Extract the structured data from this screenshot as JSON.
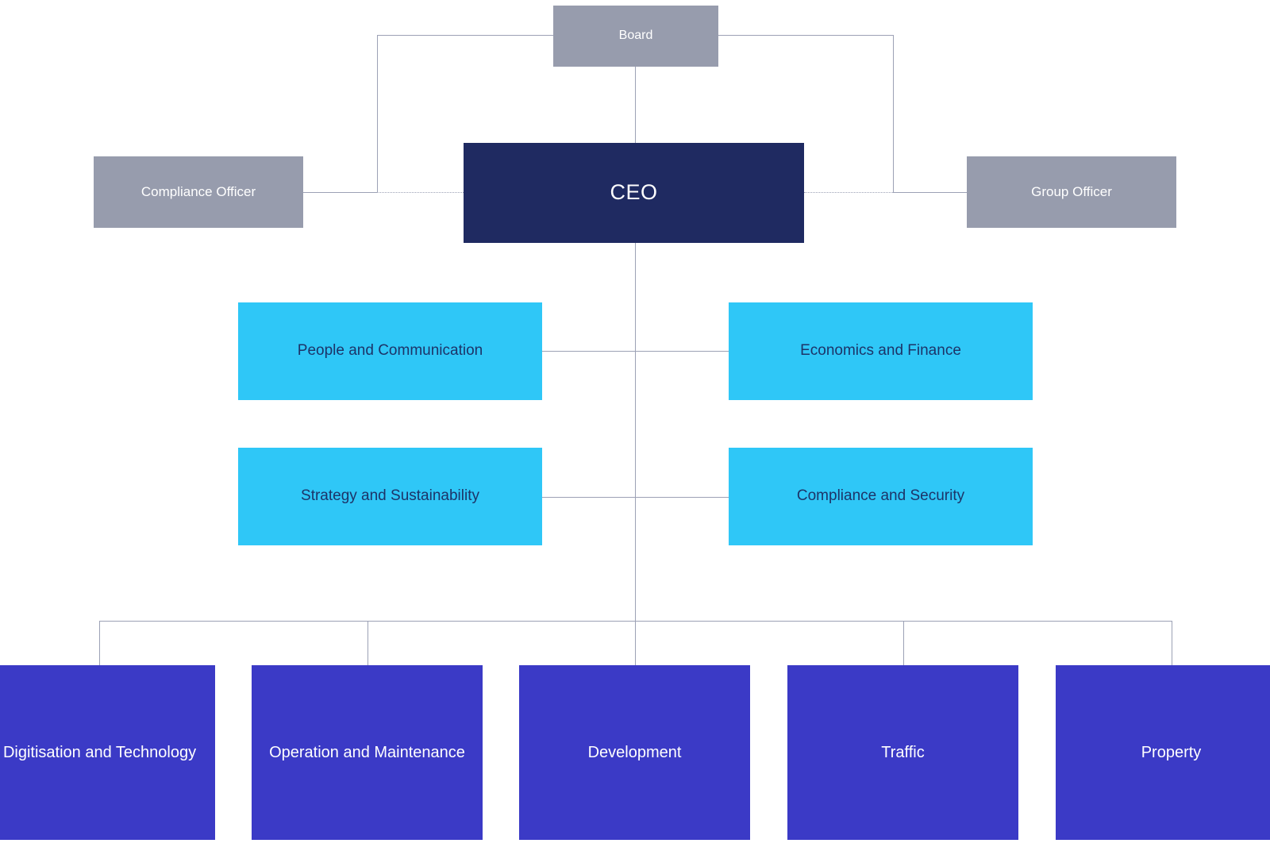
{
  "diagram": {
    "type": "org-chart",
    "board": {
      "label": "Board"
    },
    "ceo": {
      "label": "CEO"
    },
    "officers": [
      {
        "label": "Compliance Officer"
      },
      {
        "label": "Group Officer"
      }
    ],
    "staff_units": [
      {
        "label": "People and Communication"
      },
      {
        "label": "Economics and Finance"
      },
      {
        "label": "Strategy and Sustainability"
      },
      {
        "label": "Compliance and Security"
      }
    ],
    "divisions": [
      {
        "label": "Digitisation and Technology"
      },
      {
        "label": "Operation and Maintenance"
      },
      {
        "label": "Development"
      },
      {
        "label": "Traffic"
      },
      {
        "label": "Property"
      }
    ],
    "colors": {
      "board_gray": "#979CAD",
      "ceo_navy": "#1F2A61",
      "staff_cyan": "#2FC7F7",
      "staff_text_navy": "#1D3468",
      "division_indigo": "#3B3AC6",
      "connector_gray": "#9CA1B5",
      "background": "#FFFFFF"
    },
    "connector_styles": {
      "board_to_officers": "solid",
      "officers_to_ceo": "dotted"
    }
  }
}
